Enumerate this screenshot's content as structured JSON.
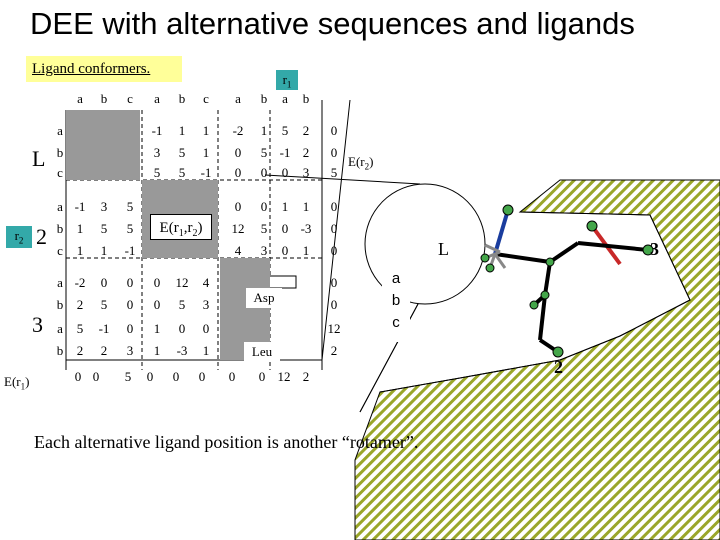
{
  "title": "DEE with alternative sequences and ligands",
  "ligand_conformers_label": "Ligand conformers.",
  "r1_tag": {
    "main": "r",
    "sub": "1"
  },
  "r2_tag": {
    "main": "r",
    "sub": "2"
  },
  "col_headers": [
    "a",
    "b",
    "c",
    "a",
    "b",
    "c",
    "a",
    "b",
    "a",
    "b"
  ],
  "group_labels": {
    "L": "L",
    "two": "2",
    "three": "3"
  },
  "row_sub_labels": [
    "a",
    "b",
    "c",
    "a",
    "b",
    "c",
    "a",
    "b",
    "a",
    "b"
  ],
  "rows": [
    [
      "",
      "",
      "",
      "-1",
      "1",
      "1",
      "-2",
      "1",
      "5",
      "2",
      "0"
    ],
    [
      "",
      "",
      "",
      "3",
      "5",
      "1",
      "0",
      "5",
      "-1",
      "2",
      "0"
    ],
    [
      "",
      "",
      "",
      "5",
      "5",
      "-1",
      "0",
      "0",
      "0",
      "3",
      "5"
    ],
    [
      "-1",
      "3",
      "5",
      "",
      "",
      "",
      "0",
      "0",
      "1",
      "1",
      "0"
    ],
    [
      "1",
      "5",
      "5",
      "",
      "",
      "",
      "12",
      "5",
      "0",
      "-3",
      "0"
    ],
    [
      "1",
      "1",
      "-1",
      "",
      "",
      "",
      "4",
      "3",
      "0",
      "1",
      "0"
    ],
    [
      "-2",
      "0",
      "0",
      "0",
      "12",
      "4",
      "",
      "",
      "",
      "",
      "0"
    ],
    [
      "2",
      "5",
      "0",
      "0",
      "5",
      "3",
      "",
      "",
      "",
      "",
      "0"
    ],
    [
      "5",
      "-1",
      "0",
      "1",
      "0",
      "0",
      "",
      "",
      "",
      "",
      "12"
    ],
    [
      "2",
      "2",
      "3",
      "1",
      "-3",
      "1",
      "",
      "",
      "",
      "",
      "2"
    ]
  ],
  "bottom_row": [
    "0",
    "0",
    "5",
    "0",
    "0",
    "0",
    "0",
    "0",
    "12",
    "2"
  ],
  "e_r2_label": {
    "main": "E(r",
    "sub": "2",
    "end": ")"
  },
  "e_r1_label": {
    "main": "E(r",
    "sub": "1",
    "end": ")"
  },
  "pair_energy_label": {
    "main": "E(r",
    "sub": "1",
    "mid": ",r",
    "sub2": "2",
    "end": ")"
  },
  "asp_label": "Asp",
  "leu_label": "Leu",
  "diagram": {
    "ligand_label": "L",
    "abc_labels": [
      "a",
      "b",
      "c"
    ],
    "site_two": "2",
    "site_three": "3",
    "hatch_color": "#9aa62a",
    "bond_colors": [
      "#1a3d9e",
      "#c82828",
      "#000000"
    ],
    "atom_color": "#44a64a"
  },
  "caption": "Each alternative ligand position is another “rotamer”."
}
